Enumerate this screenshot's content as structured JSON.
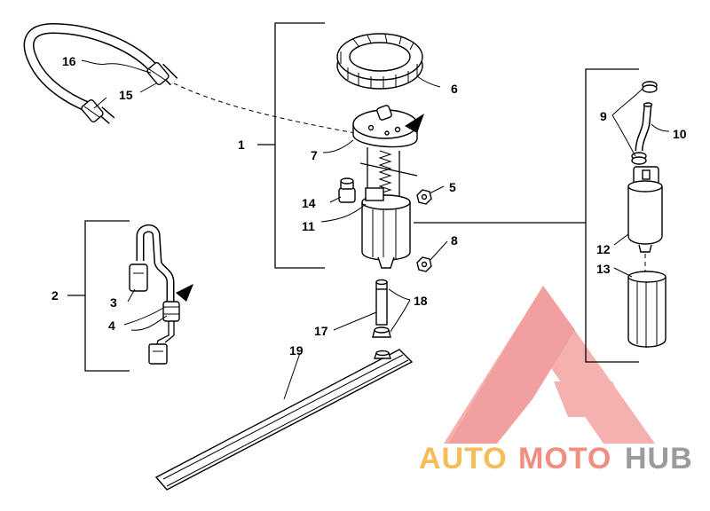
{
  "callouts": {
    "c1": "1",
    "c2": "2",
    "c3": "3",
    "c4": "4",
    "c5": "5",
    "c6": "6",
    "c7": "7",
    "c8": "8",
    "c9": "9",
    "c10": "10",
    "c11": "11",
    "c12": "12",
    "c13": "13",
    "c14": "14",
    "c15": "15",
    "c16": "16",
    "c17": "17",
    "c18": "18",
    "c19": "19"
  },
  "watermark": {
    "auto": "AUTO",
    "moto": "MOTO",
    "hub": "HUB",
    "colors": {
      "triangle": "#f28b8b",
      "auto": "#f5b13d",
      "moto": "#f07a6a",
      "hub": "#8a8a8a"
    }
  }
}
